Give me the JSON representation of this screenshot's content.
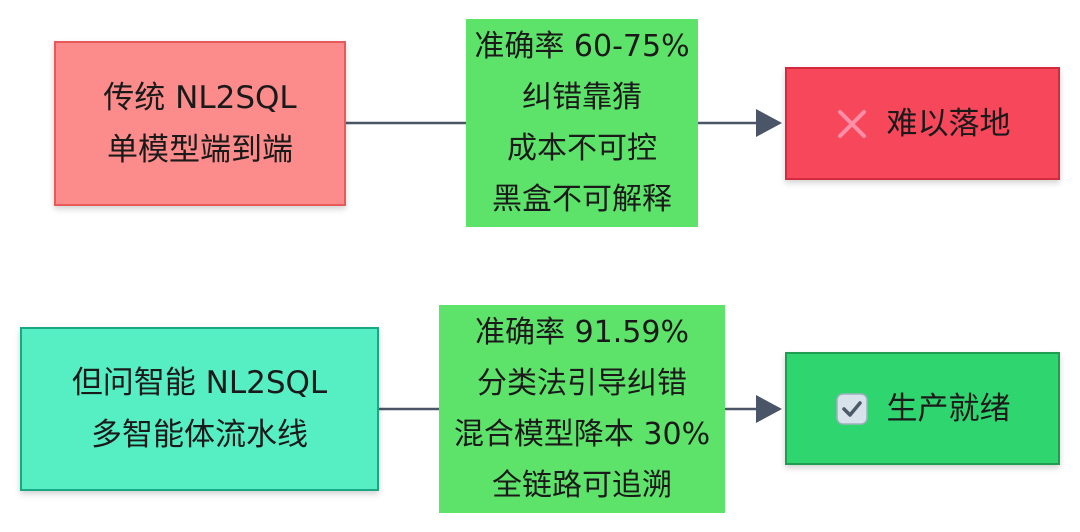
{
  "rows": [
    {
      "source": {
        "lines": [
          "传统 NL2SQL",
          "单模型端到端"
        ],
        "bg": "#fc8b8b",
        "border": "#e85a5a"
      },
      "middle": {
        "lines": [
          "准确率 60-75%",
          "纠错靠猜",
          "成本不可控",
          "黑盒不可解释"
        ],
        "bg": "#5de36a"
      },
      "result": {
        "icon": "cross-icon",
        "label": "难以落地",
        "bg": "#f6475b",
        "border": "#d42a3d"
      }
    },
    {
      "source": {
        "lines": [
          "但问智能 NL2SQL",
          "多智能体流水线"
        ],
        "bg": "#56efc4",
        "border": "#1aa884"
      },
      "middle": {
        "lines": [
          "准确率 91.59%",
          "分类法引导纠错",
          "混合模型降本 30%",
          "全链路可追溯"
        ],
        "bg": "#5de36a"
      },
      "result": {
        "icon": "check-box-icon",
        "label": "生产就绪",
        "bg": "#2fd670",
        "border": "#1f9d50"
      }
    }
  ],
  "colors": {
    "connector": "#4a5567"
  }
}
